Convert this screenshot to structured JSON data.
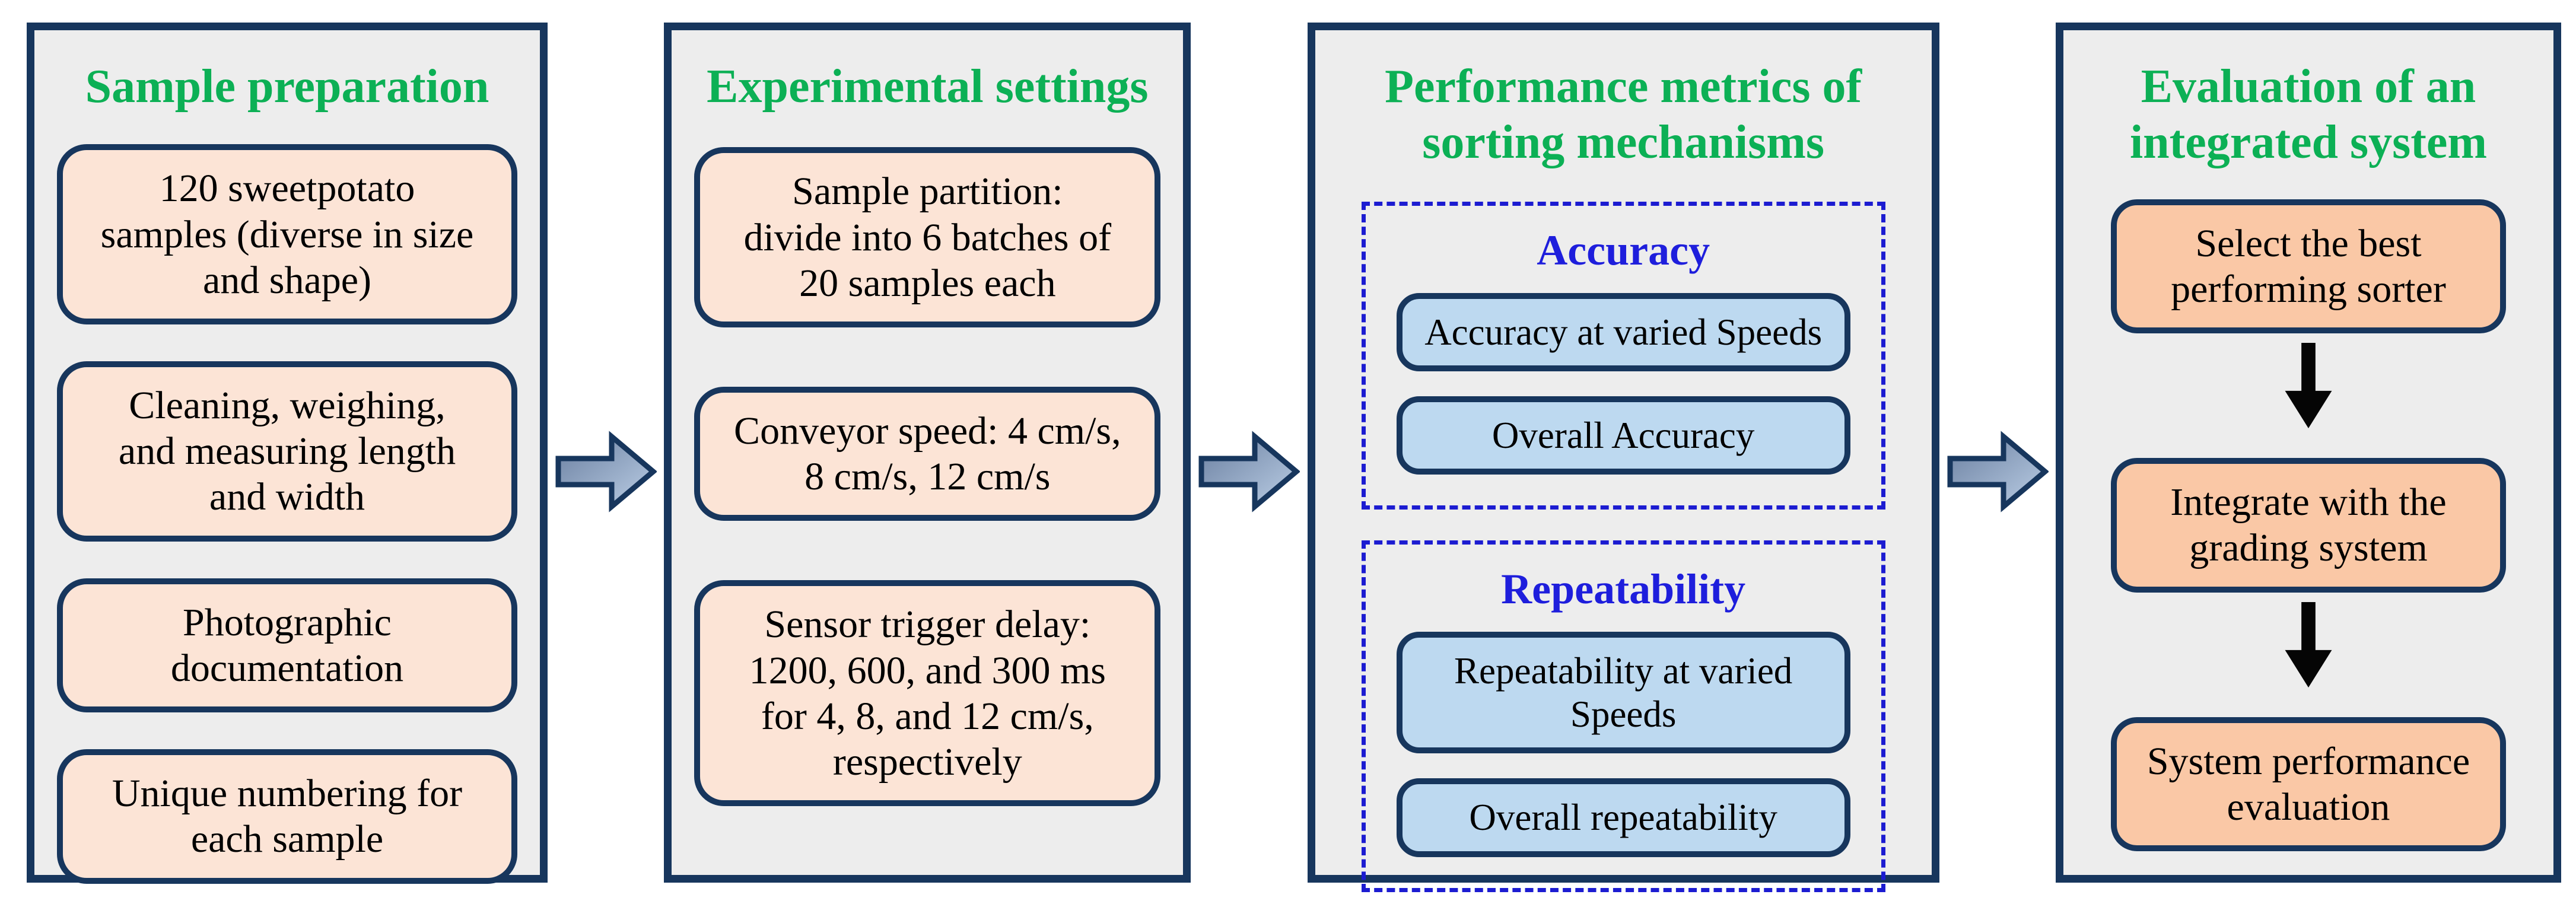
{
  "figure_type": "methodology-flowchart",
  "colors": {
    "page_bg": "#ffffff",
    "panel_bg": "#ededed",
    "panel_border": "#17365d",
    "title_green": "#0cb055",
    "subtitle_blue": "#1e1edc",
    "dash_blue": "#1c1cd1",
    "peach_fill": "#fce4d6",
    "salmon_fill": "#fac8a6",
    "lightblue_fill": "#bdd9f0",
    "box_text": "#000000",
    "flow_arrow_dark": "#6a7fa0",
    "flow_arrow_light": "#bccfe6",
    "down_arrow": "#050505"
  },
  "panels": [
    {
      "title_lines": [
        "Sample preparation"
      ],
      "boxes": [
        {
          "lines": [
            "120 sweetpotato",
            "samples (diverse in size",
            "and shape)"
          ]
        },
        {
          "lines": [
            "Cleaning, weighing,",
            "and measuring length",
            "and width"
          ]
        },
        {
          "lines": [
            "Photographic",
            "documentation"
          ]
        },
        {
          "lines": [
            "Unique numbering for",
            "each sample"
          ]
        }
      ]
    },
    {
      "title_lines": [
        "Experimental settings"
      ],
      "boxes": [
        {
          "lines": [
            "Sample partition:",
            "divide into 6 batches of",
            "20 samples each"
          ]
        },
        {
          "lines": [
            "Conveyor speed: 4 cm/s,",
            "8 cm/s, 12 cm/s"
          ]
        },
        {
          "lines": [
            "Sensor trigger delay:",
            "1200, 600, and 300 ms",
            "for 4, 8, and 12 cm/s,",
            "respectively"
          ]
        }
      ]
    },
    {
      "title_lines": [
        "Performance metrics of",
        "sorting mechanisms"
      ],
      "groups": [
        {
          "label": "Accuracy",
          "boxes": [
            {
              "lines": [
                "Accuracy at varied Speeds"
              ]
            },
            {
              "lines": [
                "Overall Accuracy"
              ]
            }
          ]
        },
        {
          "label": "Repeatability",
          "boxes": [
            {
              "lines": [
                "Repeatability at varied Speeds"
              ]
            },
            {
              "lines": [
                "Overall repeatability"
              ]
            }
          ]
        }
      ]
    },
    {
      "title_lines": [
        "Evaluation of an",
        "integrated system"
      ],
      "boxes": [
        {
          "lines": [
            "Select the best",
            "performing sorter"
          ]
        },
        {
          "lines": [
            "Integrate with the",
            "grading system"
          ]
        },
        {
          "lines": [
            "System performance",
            "evaluation"
          ]
        }
      ]
    }
  ]
}
